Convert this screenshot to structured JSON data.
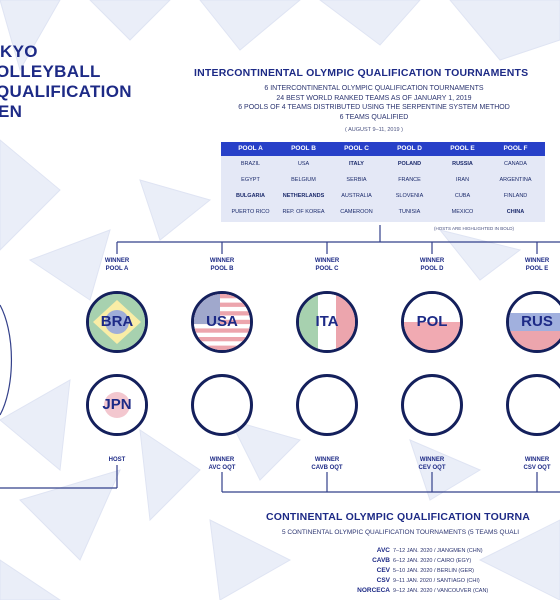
{
  "title_lines": [
    "KYO",
    "OLLEYBALL",
    "QUALIFICATION",
    "EN"
  ],
  "ioqt": {
    "heading": "INTERCONTINENTAL OLYMPIC QUALIFICATION TOURNAMENTS",
    "desc_lines": [
      "6 INTERCONTINENTAL OLYMPIC QUALIFICATION TOURNAMENTS",
      "24 BEST WORLD RANKED TEAMS AS OF JANUARY 1, 2019",
      "6 POOLS OF 4 TEAMS DISTRIBUTED USING THE SERPENTINE SYSTEM METHOD",
      "6 TEAMS QUALIFIED"
    ],
    "dates": "( AUGUST 9–11, 2019 )",
    "hosts_note": "(HOSTS ARE HIGHLIGHTED IN BOLD)"
  },
  "pools": [
    {
      "name": "POOL A",
      "teams": [
        "BRAZIL",
        "EGYPT",
        "BULGARIA",
        "PUERTO RICO"
      ],
      "host_index": 2
    },
    {
      "name": "POOL B",
      "teams": [
        "USA",
        "BELGIUM",
        "NETHERLANDS",
        "REP. OF KOREA"
      ],
      "host_index": 2
    },
    {
      "name": "POOL C",
      "teams": [
        "ITALY",
        "SERBIA",
        "AUSTRALIA",
        "CAMEROON"
      ],
      "host_index": 0
    },
    {
      "name": "POOL D",
      "teams": [
        "POLAND",
        "FRANCE",
        "SLOVENIA",
        "TUNISIA"
      ],
      "host_index": 0
    },
    {
      "name": "POOL E",
      "teams": [
        "RUSSIA",
        "IRAN",
        "CUBA",
        "MEXICO"
      ],
      "host_index": 0
    },
    {
      "name": "POOL F",
      "teams": [
        "CANADA",
        "ARGENTINA",
        "FINLAND",
        "CHINA"
      ],
      "host_index": 3
    }
  ],
  "winners": [
    {
      "label": [
        "WINNER",
        "POOL A"
      ],
      "code": "BRA",
      "flag": "brazil-flag"
    },
    {
      "label": [
        "WINNER",
        "POOL B"
      ],
      "code": "USA",
      "flag": "usa-flag"
    },
    {
      "label": [
        "WINNER",
        "POOL C"
      ],
      "code": "ITA",
      "flag": "italy-flag"
    },
    {
      "label": [
        "WINNER",
        "POOL D"
      ],
      "code": "POL",
      "flag": "poland-flag"
    },
    {
      "label": [
        "WINNER",
        "POOL E"
      ],
      "code": "RUS",
      "flag": "russia-flag"
    }
  ],
  "bottom_slots": [
    {
      "code": "JPN",
      "label": [
        "HOST"
      ],
      "flag": "japan-flag"
    },
    {
      "code": "",
      "label": [
        "WINNER",
        "AVC OQT"
      ]
    },
    {
      "code": "",
      "label": [
        "WINNER",
        "CAVB OQT"
      ]
    },
    {
      "code": "",
      "label": [
        "WINNER",
        "CEV OQT"
      ]
    },
    {
      "code": "",
      "label": [
        "WINNER",
        "CSV OQT"
      ]
    }
  ],
  "coqt": {
    "heading": "CONTINENTAL OLYMPIC QUALIFICATION TOURNA",
    "desc": "5 CONTINENTAL OLYMPIC QUALIFICATION TOURNAMENTS (5 TEAMS QUALI",
    "list": [
      {
        "conf": "AVC",
        "detail": "7–12 JAN. 2020 / JIANGMEN (CHN)"
      },
      {
        "conf": "CAVB",
        "detail": "6–12 JAN. 2020 / CAIRO (EGY)"
      },
      {
        "conf": "CEV",
        "detail": "5–10 JAN. 2020 / BERLIN (GER)"
      },
      {
        "conf": "CSV",
        "detail": "9–11 JAN. 2020 / SANTIAGO (CHI)"
      },
      {
        "conf": "NORCECA",
        "detail": "9–12 JAN. 2020 / VANCOUVER (CAN)"
      }
    ]
  },
  "colors": {
    "navy": "#1d2a86",
    "pool_header": "#2740c8",
    "pool_body": "#e4e8f6",
    "connector": "#33408a",
    "pattern": "#e9edf8"
  }
}
